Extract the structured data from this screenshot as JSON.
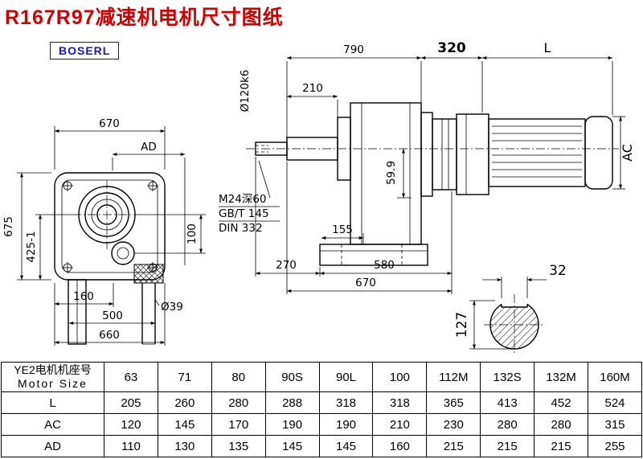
{
  "page": {
    "title": "R167R97减速机电机尺寸图纸",
    "logo": "BOSERL"
  },
  "colors": {
    "title_red": "#d40000",
    "logo_blue": "#1414cc",
    "line_black": "#000000"
  },
  "drawing": {
    "front": {
      "top_width": "670",
      "ad_label": "AD",
      "total_height": "675",
      "center_height": "425-1",
      "circle_offset": "100",
      "foot_offset": "160",
      "bolt_span": "500",
      "base_width": "660",
      "shaft_dia": "Ø39"
    },
    "side": {
      "gear_length": "790",
      "adapter_length": "320",
      "motor_length": "L",
      "shaft_dia": "Ø120k6",
      "shaft_length": "210",
      "motor_height": "AC",
      "foot_height": "59.9",
      "foot_hole_span": "155",
      "shaft_to_body": "270",
      "body_length": "580",
      "base_length": "670",
      "tap_spec_1": "M24深60",
      "tap_spec_2": "GB/T 145",
      "tap_spec_3": "DIN 332"
    },
    "section": {
      "key_width": "32",
      "shaft_dia": "127"
    }
  },
  "table": {
    "header_cn": "YE2电机机座号",
    "header_en": "Motor Size",
    "sizes": [
      "63",
      "71",
      "80",
      "90S",
      "90L",
      "100",
      "112M",
      "132S",
      "132M",
      "160M"
    ],
    "rows": [
      {
        "label": "L",
        "values": [
          "205",
          "260",
          "280",
          "288",
          "318",
          "318",
          "365",
          "413",
          "452",
          "524"
        ]
      },
      {
        "label": "AC",
        "values": [
          "120",
          "145",
          "170",
          "190",
          "190",
          "210",
          "230",
          "280",
          "280",
          "315"
        ]
      },
      {
        "label": "AD",
        "values": [
          "110",
          "130",
          "135",
          "145",
          "145",
          "160",
          "215",
          "215",
          "215",
          "255"
        ]
      }
    ]
  }
}
